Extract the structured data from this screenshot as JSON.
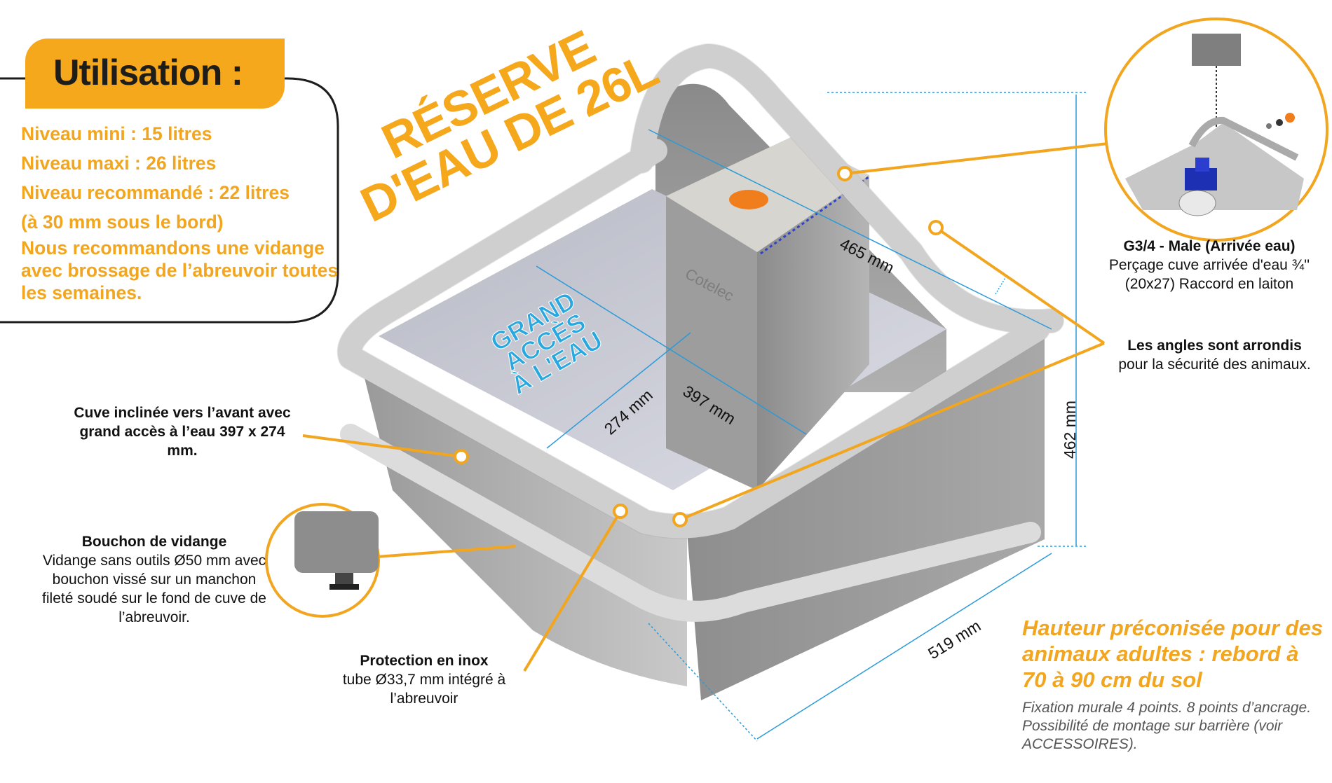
{
  "usage": {
    "title": "Utilisation :",
    "lines": [
      "Niveau mini : 15 litres",
      "Niveau maxi : 26 litres",
      "Niveau recommandé : 22 litres",
      "(à 30 mm sous le bord)"
    ],
    "recommendation": "Nous recommandons une vidange avec brossage de l’abreuvoir toutes les semaines."
  },
  "reserve": {
    "line1": "RÉSERVE",
    "line2": "D'EAU DE 26L"
  },
  "grand_acces": {
    "line1": "GRAND",
    "line2": "ACCÈS",
    "line3": "À L'EAU"
  },
  "brand": "Cotelec",
  "dimensions": {
    "depth_mm": "465 mm",
    "inner_length_mm": "397 mm",
    "inner_width_mm": "274 mm",
    "height_mm": "462 mm",
    "width_mm": "519 mm"
  },
  "callouts": {
    "cuve": {
      "title": "Cuve inclinée vers l’avant avec grand accès à l’eau 397 x 274 mm."
    },
    "bouchon": {
      "title": "Bouchon de vidange",
      "text": "Vidange sans outils Ø50 mm avec bouchon vissé sur un manchon fileté soudé sur le fond de cuve de l’abreuvoir."
    },
    "protection": {
      "title": "Protection en inox",
      "text": "tube Ø33,7 mm intégré à l’abreuvoir"
    },
    "raccord": {
      "title": "G3/4 - Male (Arrivée eau)",
      "text": "Perçage cuve arrivée d'eau ¾'' (20x27) Raccord en laiton"
    },
    "angles": {
      "title": "Les angles sont arrondis",
      "text": "pour la sécurité des animaux."
    }
  },
  "height_advice": {
    "title": "Hauteur préconisée pour des animaux adultes : rebord à 70 à 90 cm du sol",
    "note": "Fixation murale 4 points. 8 points d’ancrage. Possibilité de montage sur barrière (voir ACCESSOIRES)."
  },
  "colors": {
    "accent": "#f5a81c",
    "blue": "#29a8e0",
    "steel": "#b9b9b9"
  }
}
